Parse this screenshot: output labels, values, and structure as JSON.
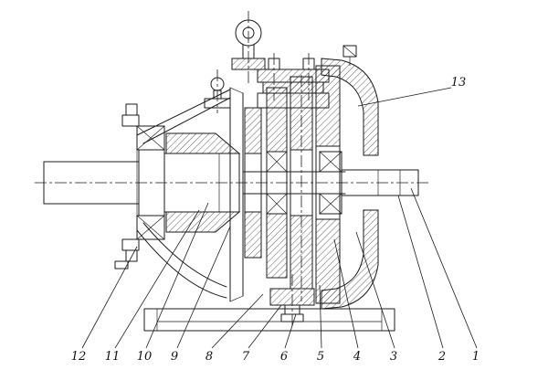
{
  "colors": {
    "ink": "#1b1b1b",
    "paper": "#ffffff"
  },
  "callouts": {
    "c1": "1",
    "c2": "2",
    "c3": "3",
    "c4": "4",
    "c5": "5",
    "c6": "6",
    "c7": "7",
    "c8": "8",
    "c9": "9",
    "c10": "10",
    "c11": "11",
    "c12": "12",
    "c13": "13"
  }
}
